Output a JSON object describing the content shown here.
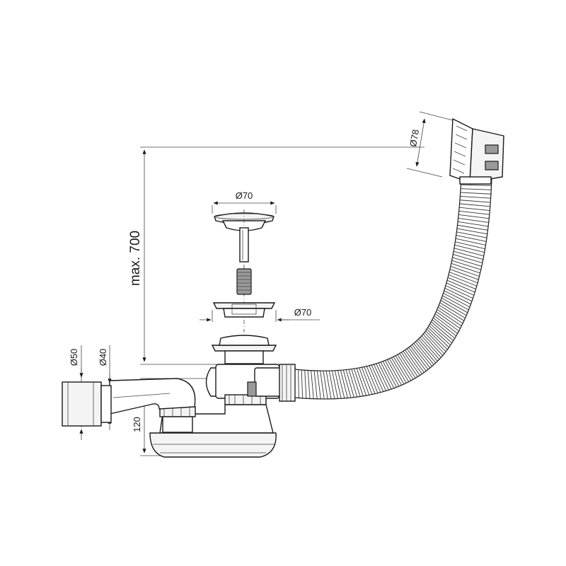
{
  "diagram": {
    "labels": {
      "overflow_diameter": "Ø78",
      "plug_diameter": "Ø70",
      "waste_diameter": "Ø70",
      "max_height": "max. 700",
      "outlet_outer_diameter": "Ø50",
      "outlet_inner_diameter": "Ø40",
      "trap_height": "120"
    }
  }
}
